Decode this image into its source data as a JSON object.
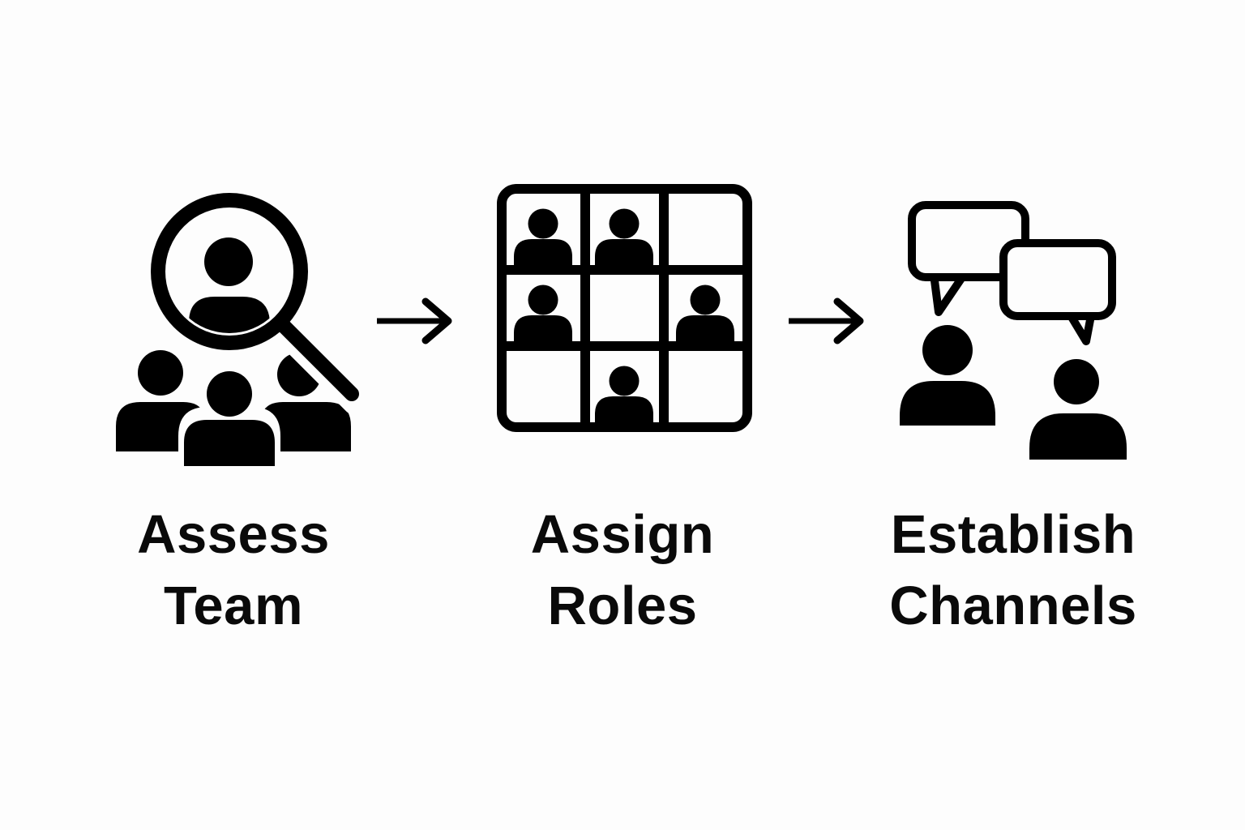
{
  "canvas": {
    "background_color": "#fdfdfd",
    "ink_color": "#000000"
  },
  "diagram": {
    "type": "process-flow",
    "steps": [
      {
        "icon": "team-search-icon",
        "label": {
          "line1": "Assess",
          "line2": "Team"
        }
      },
      {
        "icon": "video-grid-icon",
        "label": {
          "line1": "Assign",
          "line2": "Roles"
        }
      },
      {
        "icon": "chat-people-icon",
        "label": {
          "line1": "Establish",
          "line2": "Channels"
        }
      }
    ],
    "connectors": [
      {
        "icon": "arrow-right-icon"
      },
      {
        "icon": "arrow-right-icon"
      }
    ]
  }
}
